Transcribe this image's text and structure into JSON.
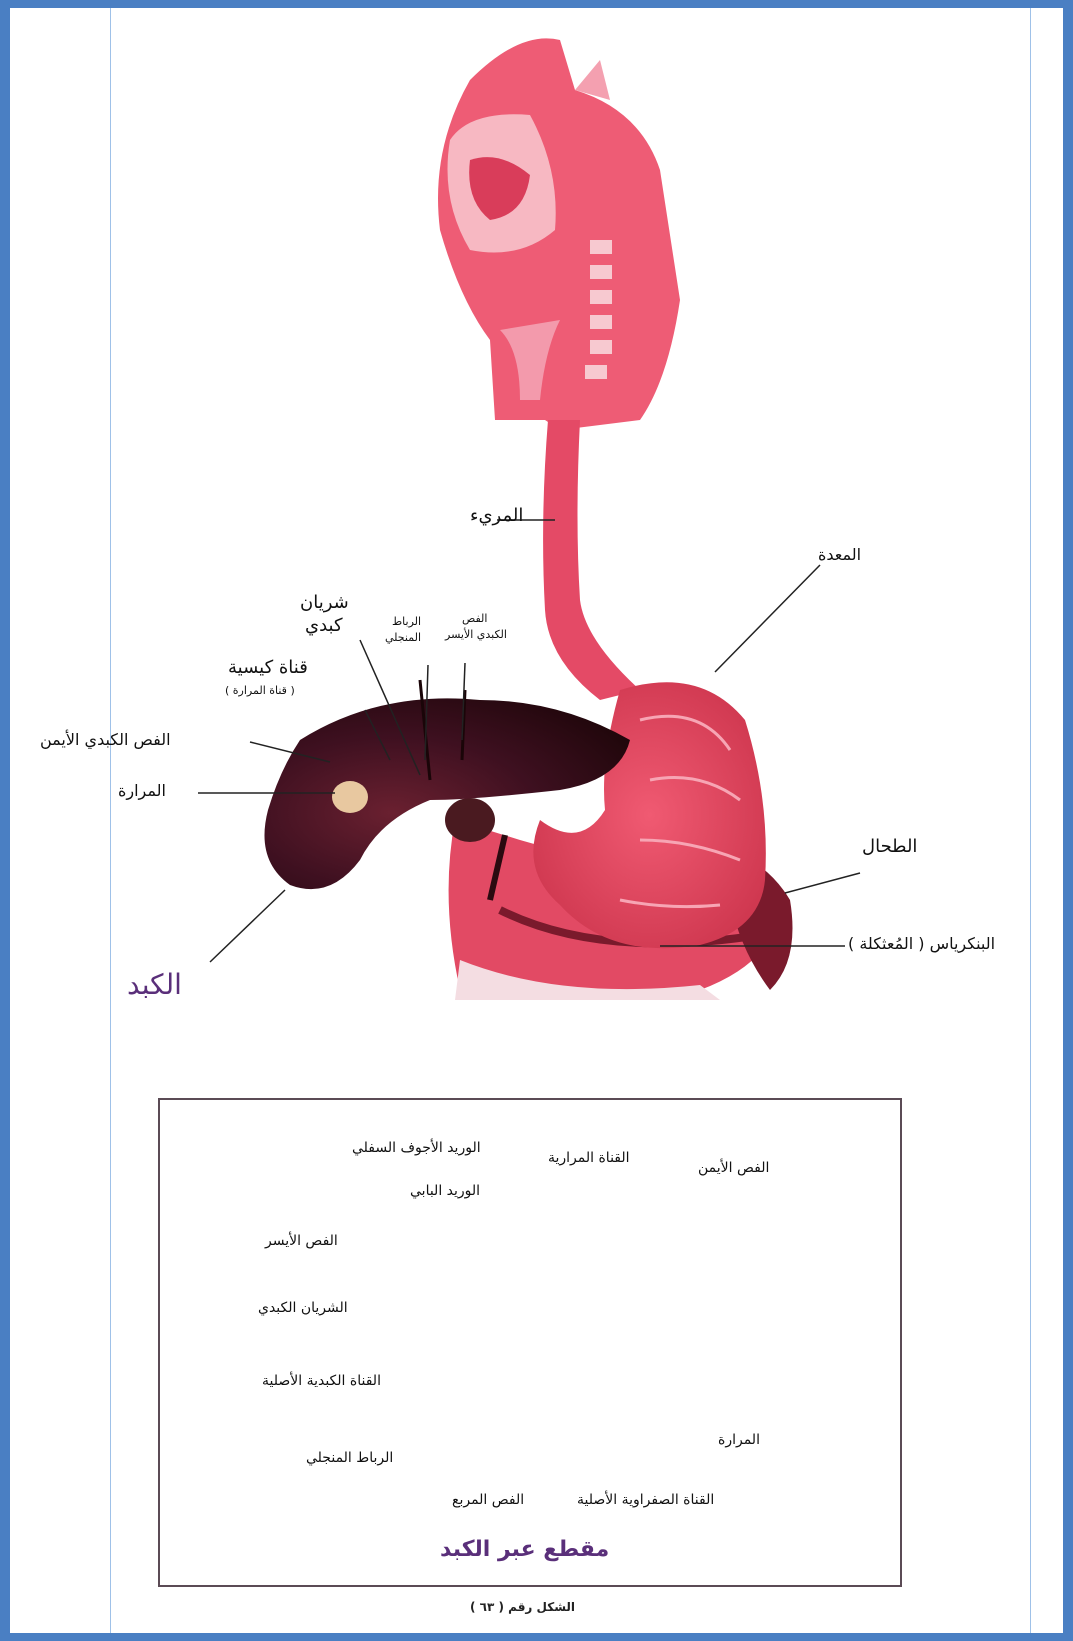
{
  "upper_diagram": {
    "labels": {
      "esophagus": "المريء",
      "stomach": "المعدة",
      "hepatic_artery_line1": "شريان",
      "hepatic_artery_line2": "كبدي",
      "falciform_ligament_line1": "الرباط",
      "falciform_ligament_line2": "المنجلي",
      "left_lobe_line1": "الفص",
      "left_lobe_line2": "الكبدي الأيسر",
      "cystic_duct": "قناة كيسية",
      "cystic_duct_note": "( قناة المرارة )",
      "right_lobe": "الفص الكبدي الأيمن",
      "gallbladder": "المرارة",
      "spleen": "الطحال",
      "pancreas": "البنكرياس ( المُعثكلة )",
      "liver": "الكبد"
    }
  },
  "inset": {
    "labels": {
      "inferior_vena_cava": "الوريد الأجوف السفلي",
      "bile_duct": "القناة المرارية",
      "right_lobe": "الفص الأيمن",
      "portal_vein": "الوريد البابي",
      "left_lobe": "الفص الأيسر",
      "hepatic_artery": "الشريان الكبدي",
      "main_hepatic_duct": "القناة الكبدية الأصلية",
      "falciform_ligament": "الرباط المنجلي",
      "quadrate_lobe": "الفص المربع",
      "common_bile_duct": "القناة الصفراوية الأصلية",
      "gallbladder": "المرارة"
    },
    "title": "مقطع عبر الكبد"
  },
  "figure_caption": "الشكل رقم ( ٦٣ )",
  "colors": {
    "frame": "#4a7fc3",
    "tissue_pink": "#e8556d",
    "liver_dark": "#3a0f1c",
    "inset_border": "#5b4b55",
    "title_purple": "#5a2f7a"
  }
}
